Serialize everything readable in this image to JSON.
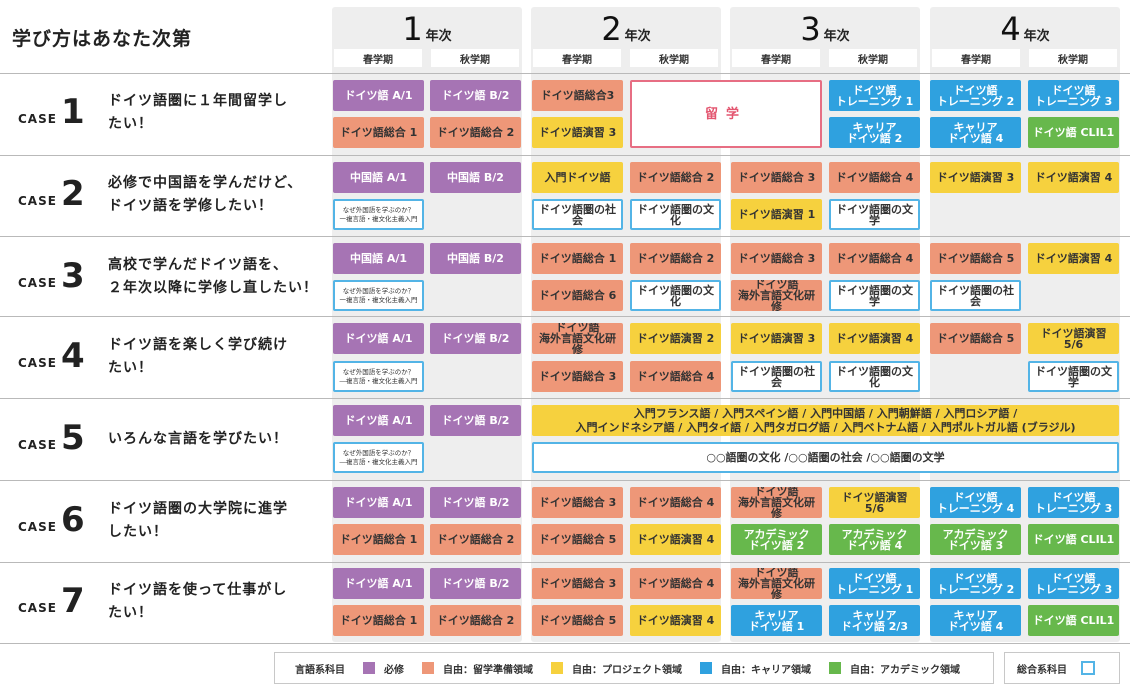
{
  "title": "学び方はあなた次第",
  "years": [
    {
      "number": "1",
      "unit": "年次",
      "spring": "春学期",
      "fall": "秋学期"
    },
    {
      "number": "2",
      "unit": "年次",
      "spring": "春学期",
      "fall": "秋学期"
    },
    {
      "number": "3",
      "unit": "年次",
      "spring": "春学期",
      "fall": "秋学期"
    },
    {
      "number": "4",
      "unit": "年次",
      "spring": "春学期",
      "fall": "秋学期"
    }
  ],
  "case_word": "CASE",
  "cases": [
    {
      "number": "1",
      "text": "ドイツ語圏に１年間留学し\nたい！"
    },
    {
      "number": "2",
      "text": "必修で中国語を学んだけど、\nドイツ語を学修したい！"
    },
    {
      "number": "3",
      "text": "高校で学んだドイツ語を、\n２年次以降に学修し直したい！"
    },
    {
      "number": "4",
      "text": "ドイツ語を楽しく学び続け\nたい！"
    },
    {
      "number": "5",
      "text": "いろんな言語を学びたい！"
    },
    {
      "number": "6",
      "text": "ドイツ語圏の大学院に進学\nしたい！"
    },
    {
      "number": "7",
      "text": "ドイツ語を使って仕事がし\nたい！"
    }
  ],
  "courses": {
    "german_a1": "ドイツ語 A/1",
    "german_b2": "ドイツ語 B/2",
    "chinese_a1": "中国語 A/1",
    "chinese_b2": "中国語 B/2",
    "german_general_1": "ドイツ語総合 1",
    "german_general_2": "ドイツ語総合 2",
    "german_general_3": "ドイツ語総合 3",
    "german_general_3b": "ドイツ語総合3",
    "german_general_4": "ドイツ語総合 4",
    "german_general_5": "ドイツ語総合 5",
    "german_general_6": "ドイツ語総合 6",
    "german_exercise_1": "ドイツ語演習 1",
    "german_exercise_2": "ドイツ語演習 2",
    "german_exercise_3": "ドイツ語演習 3",
    "german_exercise_4": "ドイツ語演習 4",
    "german_exercise_56": "ドイツ語演習 5/6",
    "intro_german": "入門ドイツ語",
    "study_abroad": "留学",
    "training_1": "ドイツ語\nトレーニング 1",
    "training_2": "ドイツ語\nトレーニング 2",
    "training_3": "ドイツ語\nトレーニング 3",
    "training_4": "ドイツ語\nトレーニング 4",
    "career_1": "キャリア\nドイツ語 1",
    "career_2": "キャリア\nドイツ語 2",
    "career_23": "キャリア\nドイツ語 2/3",
    "career_4": "キャリア\nドイツ語 4",
    "clil1": "ドイツ語 CLIL1",
    "academic_2": "アカデミック\nドイツ語 2",
    "academic_3": "アカデミック\nドイツ語 3",
    "academic_4": "アカデミック\nドイツ語 4",
    "overseas": "ドイツ語\n海外言語文化研修",
    "society": "ドイツ語圏の社会",
    "culture": "ドイツ語圏の文化",
    "literature": "ドイツ語圏の文学",
    "why_foreign": "なぜ外国語を学ぶのか？\n一複言語・複文化主義入門",
    "why_foreign_b": "なぜ外国語を学ぶのか？\n―複言語・複文化主義入門",
    "intro_languages": "入門フランス語 / 入門スペイン語 / 入門中国語 / 入門朝鮮語 / 入門ロシア語 /\n入門インドネシア語 / 入門タイ語 / 入門タガログ語 / 入門ベトナム語 / 入門ポルトガル語 (ブラジル)",
    "oo_general": "○○語圏の文化 /○○語圏の社会 /○○語圏の文学"
  },
  "legend": {
    "group_label": "言語系科目",
    "items": [
      {
        "label": "必修",
        "color": "#a674b4"
      },
      {
        "label": "自由：留学準備領域",
        "color": "#ee9778"
      },
      {
        "label": "自由：プロジェクト領域",
        "color": "#f6d13e"
      },
      {
        "label": "自由：キャリア領域",
        "color": "#2fa1df"
      },
      {
        "label": "自由：アカデミック領域",
        "color": "#67b84c"
      }
    ],
    "general_label": "総合系科目"
  }
}
